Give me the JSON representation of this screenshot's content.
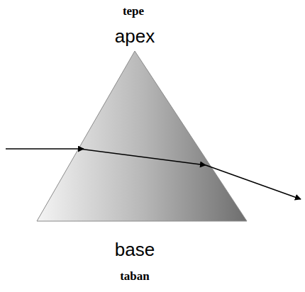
{
  "diagram": {
    "labels": [
      "tepe",
      "apex",
      "base",
      "taban"
    ]
  }
}
